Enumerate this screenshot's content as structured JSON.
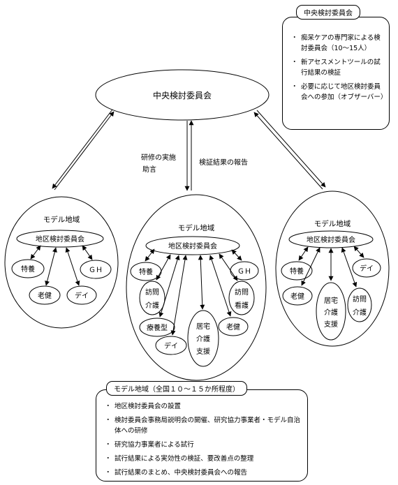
{
  "central": {
    "label": "中央検討委員会",
    "box_title": "中央検討委員会",
    "bullets": [
      "痴呆ケアの専門家による検討委員会（10～15人）",
      "新アセスメントツールの試行結果の検証",
      "必要に応じて地区検討委員会への参加（オブザーバー）"
    ]
  },
  "center_labels": {
    "guidance": [
      "研修の実施",
      "助言"
    ],
    "report": "検証結果の報告"
  },
  "regions": {
    "left": {
      "title": "モデル地域",
      "committee": "地区検討委員会",
      "nodes": {
        "tokuyo": "特養",
        "gh": "ＧＨ",
        "roken": "老健",
        "day": "デイ"
      }
    },
    "middle": {
      "title": "モデル地域",
      "committee": "地区検討委員会",
      "nodes": {
        "tokuyo": "特養",
        "gh": "ＧＨ",
        "houmon_kaigo": [
          "訪問",
          "介護"
        ],
        "houmon_kango": [
          "訪問",
          "看護"
        ],
        "ryoyo": "療養型",
        "day": "デイ",
        "kyotaku": [
          "居宅",
          "介護",
          "支援"
        ],
        "roken": "老健"
      }
    },
    "right": {
      "title": "モデル地域",
      "committee": "地区検討委員会",
      "nodes": {
        "tokuyo": "特養",
        "day": "デイ",
        "roken": "老健",
        "kyotaku": [
          "居宅",
          "介護",
          "支援"
        ],
        "houmon_kaigo": [
          "訪問",
          "介護"
        ]
      }
    }
  },
  "model_box": {
    "title": "モデル地域（全国１０～１５か所程度）",
    "bullets": [
      "地区検討委員会の設置",
      "検討委員会事務局説明会の開催、研究協力事業者・モデル自治体への研修",
      "研究協力事業者による試行",
      "試行結果による実効性の検証、要改善点の整理",
      "試行結果のまとめ、中央検討委員会への報告"
    ]
  }
}
